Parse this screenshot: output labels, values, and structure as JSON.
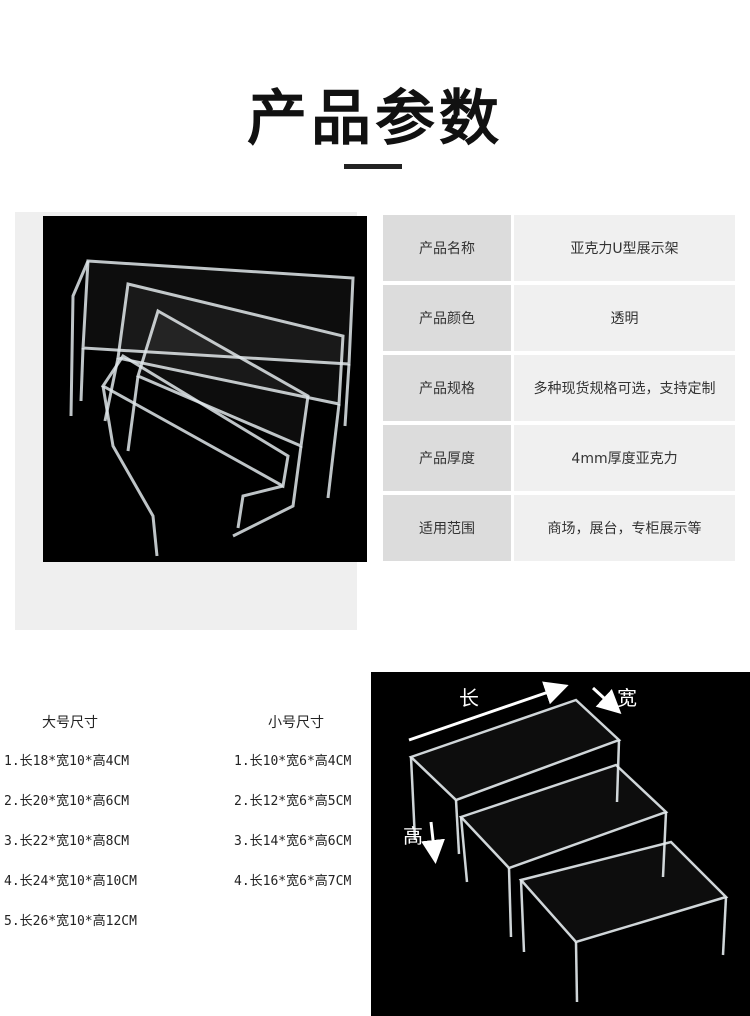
{
  "header": {
    "title": "产品参数"
  },
  "specs": [
    {
      "label": "产品名称",
      "value": "亚克力U型展示架"
    },
    {
      "label": "产品颜色",
      "value": "透明"
    },
    {
      "label": "产品规格",
      "value": "多种现货规格可选，支持定制"
    },
    {
      "label": "产品厚度",
      "value": "4mm厚度亚克力"
    },
    {
      "label": "适用范围",
      "value": "商场，展台，专柜展示等"
    }
  ],
  "sizes": {
    "large": {
      "heading": "大号尺寸",
      "items": [
        "1.长18*宽10*高4CM",
        "2.长20*宽10*高6CM",
        "3.长22*宽10*高8CM",
        "4.长24*宽10*高10CM",
        "5.长26*宽10*高12CM"
      ]
    },
    "small": {
      "heading": "小号尺寸",
      "items": [
        "1.长10*宽6*高4CM",
        "2.长12*宽6*高5CM",
        "3.长14*宽6*高6CM",
        "4.长16*宽6*高7CM"
      ]
    }
  },
  "dimension_labels": {
    "length": "长",
    "width": "宽",
    "height": "高"
  }
}
